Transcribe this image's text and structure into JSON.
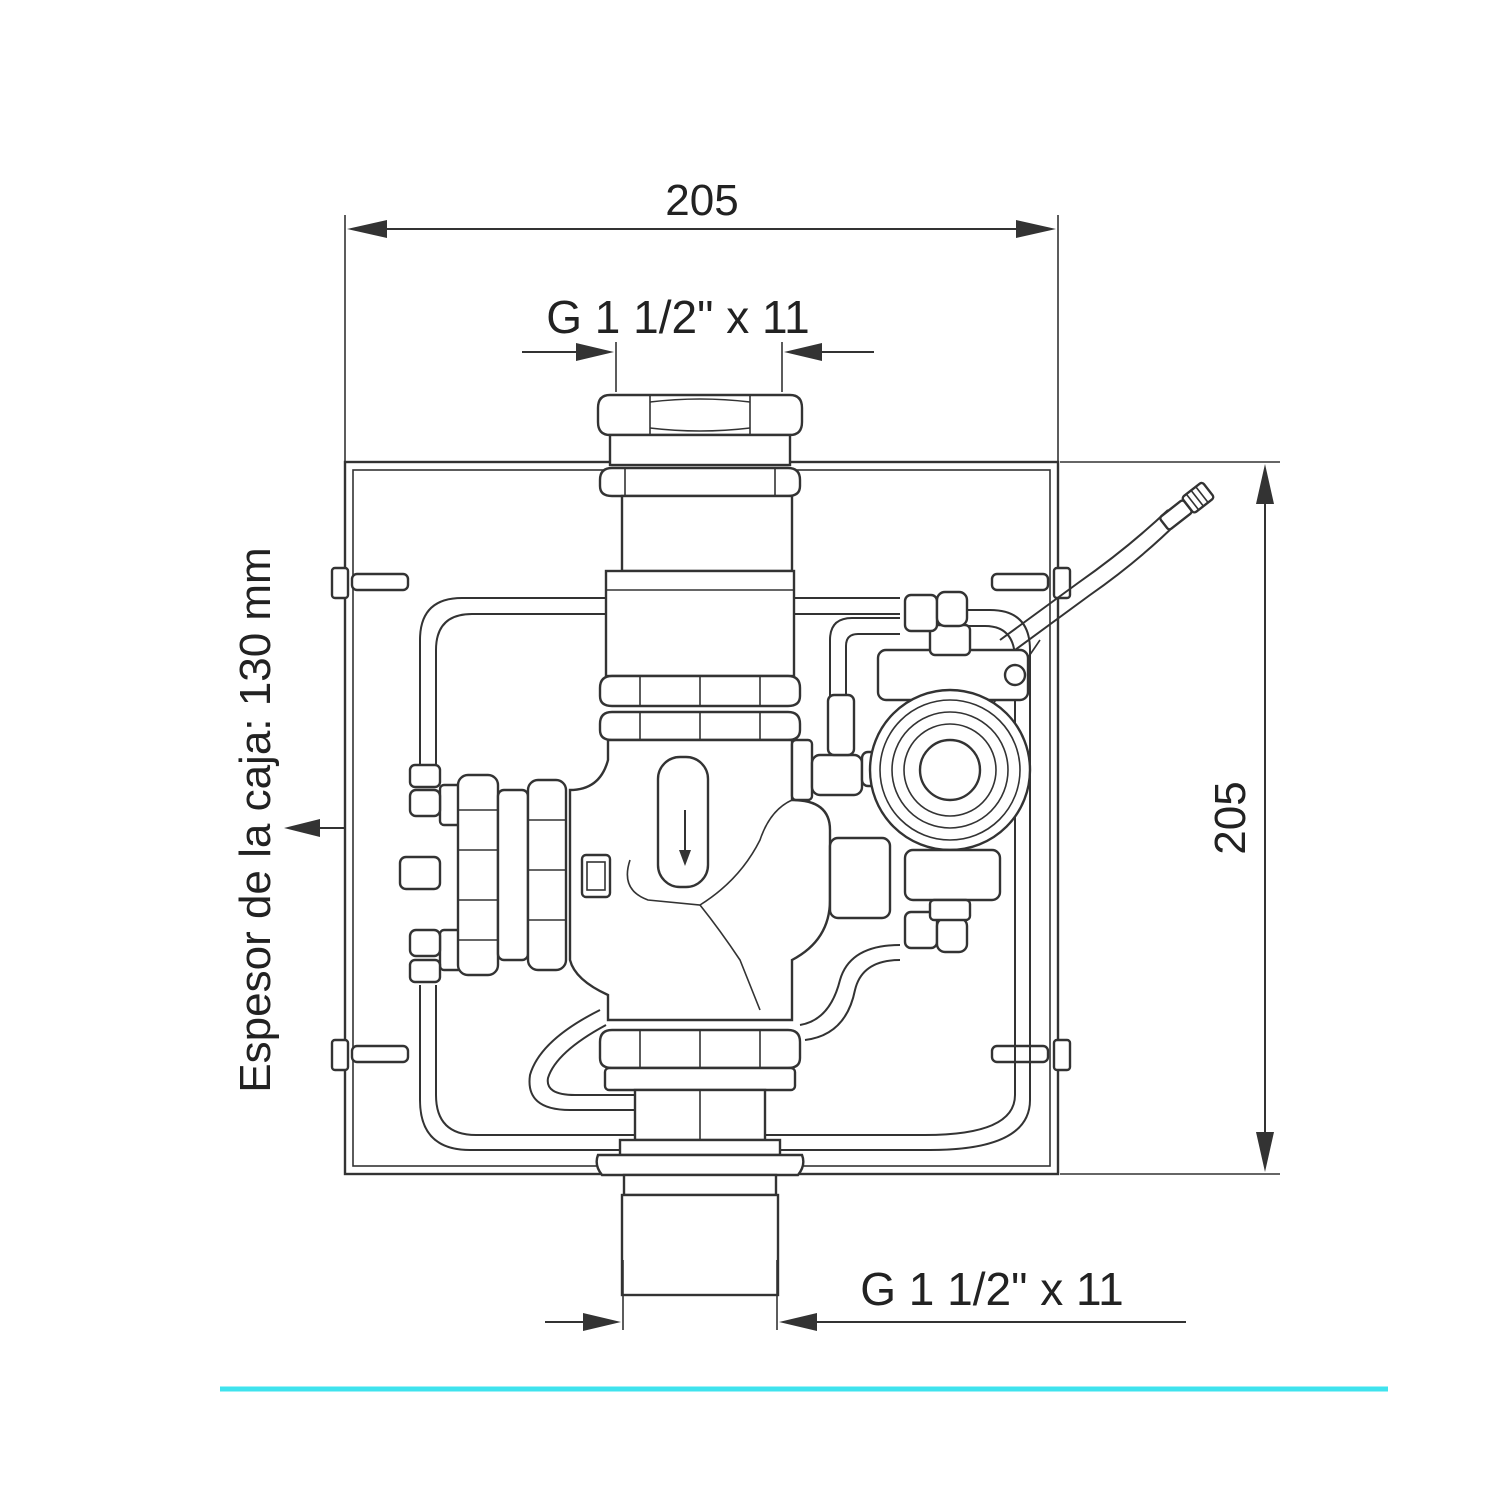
{
  "dimensions": {
    "width_label": "205",
    "height_label": "205",
    "top_thread_label": "G 1 1/2\" x 11",
    "bottom_thread_label": "G 1 1/2\" x 11",
    "box_thickness_label": "Espesor de la caja: 130 mm"
  },
  "colors": {
    "line": "#333333",
    "accent_rule": "#3fe3ee"
  }
}
